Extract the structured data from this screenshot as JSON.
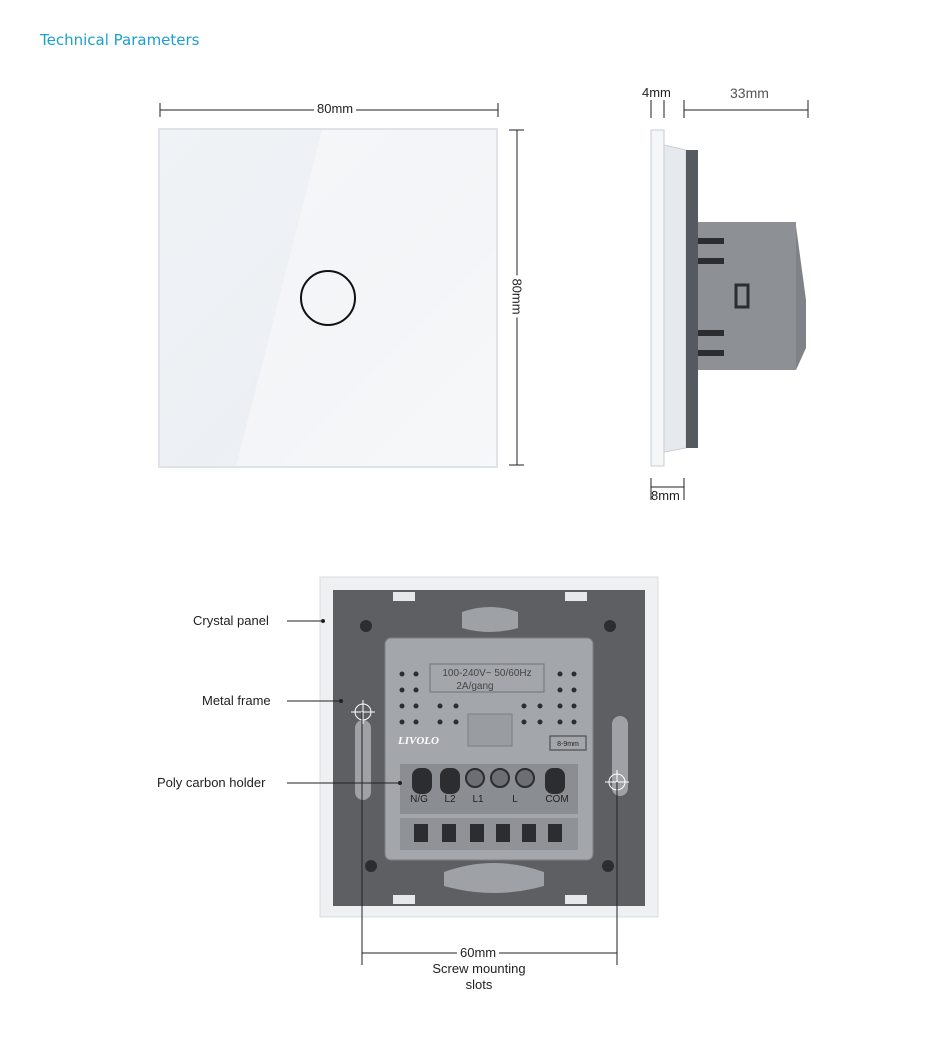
{
  "heading": "Technical Parameters",
  "front_view": {
    "width_label": "80mm",
    "height_label": "80mm"
  },
  "side_view": {
    "glass_label": "4mm",
    "depth_label": "33mm",
    "frame_label": "8mm"
  },
  "back_view": {
    "callouts": [
      "Crystal panel",
      "Metal frame",
      "Poly carbon holder"
    ],
    "spacing_label": "60mm",
    "spacing_caption": "Screw mounting slots",
    "module_text": {
      "rating_line1": "100-240V~ 50/60Hz",
      "rating_line2": "2A/gang",
      "brand": "LIVOLO",
      "strip": "8-9mm",
      "terminals": [
        "N/G",
        "L2",
        "L1",
        "L",
        "COM"
      ]
    }
  }
}
